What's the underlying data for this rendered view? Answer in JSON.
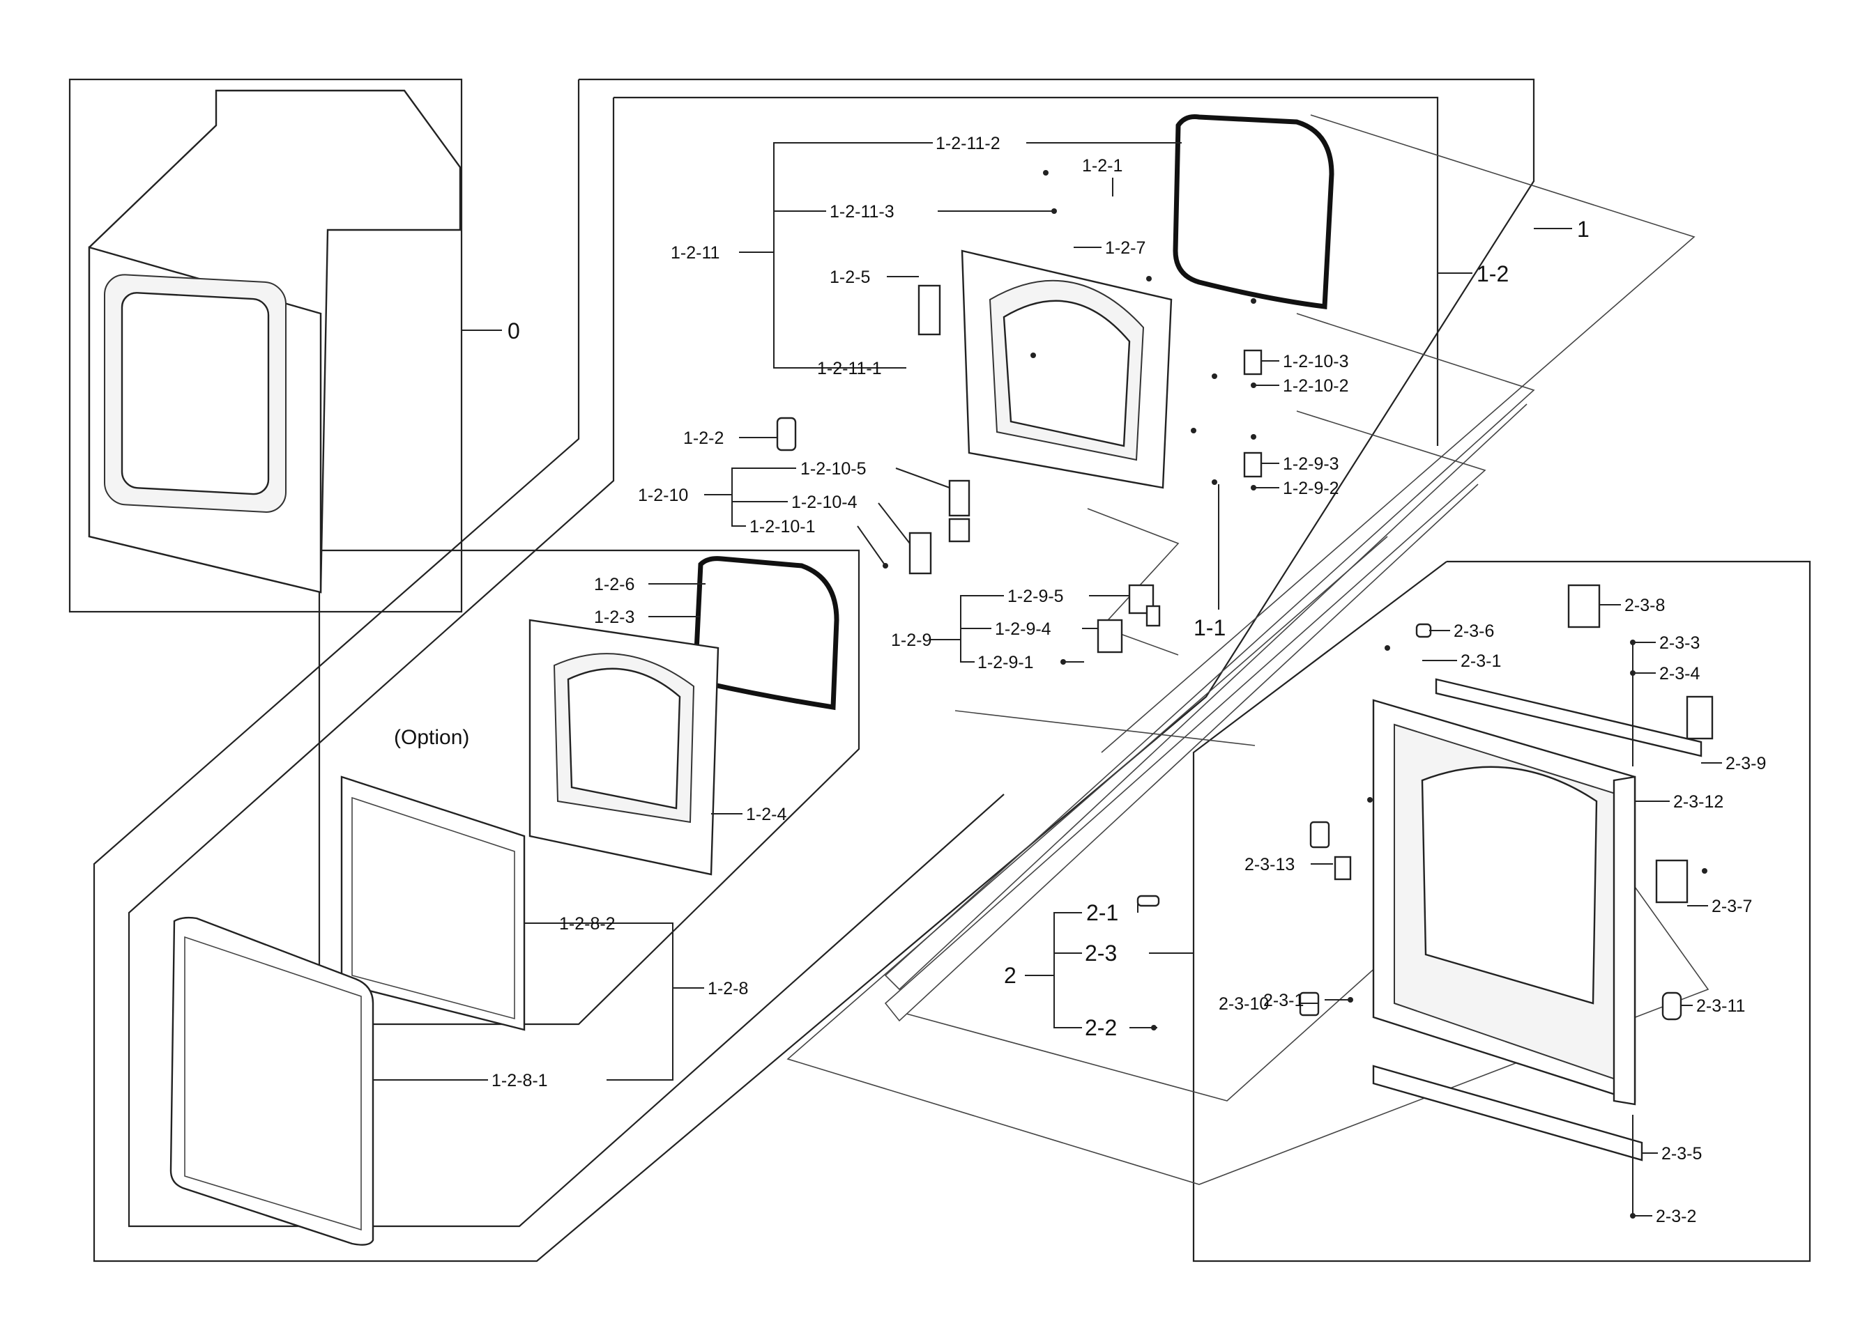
{
  "colors": {
    "line": "#222222",
    "background": "#ffffff",
    "text": "#111111"
  },
  "option_note": "(Option)",
  "labels": {
    "l0": "0",
    "l1": "1",
    "l1_1": "1-1",
    "l1_2": "1-2",
    "l1_2_1": "1-2-1",
    "l1_2_2": "1-2-2",
    "l1_2_3": "1-2-3",
    "l1_2_4": "1-2-4",
    "l1_2_5": "1-2-5",
    "l1_2_6": "1-2-6",
    "l1_2_7": "1-2-7",
    "l1_2_8": "1-2-8",
    "l1_2_8_1": "1-2-8-1",
    "l1_2_8_2": "1-2-8-2",
    "l1_2_9": "1-2-9",
    "l1_2_9_1": "1-2-9-1",
    "l1_2_9_2": "1-2-9-2",
    "l1_2_9_3": "1-2-9-3",
    "l1_2_9_4": "1-2-9-4",
    "l1_2_9_5": "1-2-9-5",
    "l1_2_10": "1-2-10",
    "l1_2_10_1": "1-2-10-1",
    "l1_2_10_2": "1-2-10-2",
    "l1_2_10_3": "1-2-10-3",
    "l1_2_10_4": "1-2-10-4",
    "l1_2_10_5": "1-2-10-5",
    "l1_2_11": "1-2-11",
    "l1_2_11_1": "1-2-11-1",
    "l1_2_11_2": "1-2-11-2",
    "l1_2_11_3": "1-2-11-3",
    "l2": "2",
    "l2_1": "2-1",
    "l2_2": "2-2",
    "l2_3": "2-3",
    "l2_3_1a": "2-3-1",
    "l2_3_1b": "2-3-1",
    "l2_3_2": "2-3-2",
    "l2_3_3": "2-3-3",
    "l2_3_4": "2-3-4",
    "l2_3_5": "2-3-5",
    "l2_3_6": "2-3-6",
    "l2_3_7": "2-3-7",
    "l2_3_8": "2-3-8",
    "l2_3_9": "2-3-9",
    "l2_3_10": "2-3-10",
    "l2_3_11": "2-3-11",
    "l2_3_12": "2-3-12",
    "l2_3_13": "2-3-13"
  }
}
